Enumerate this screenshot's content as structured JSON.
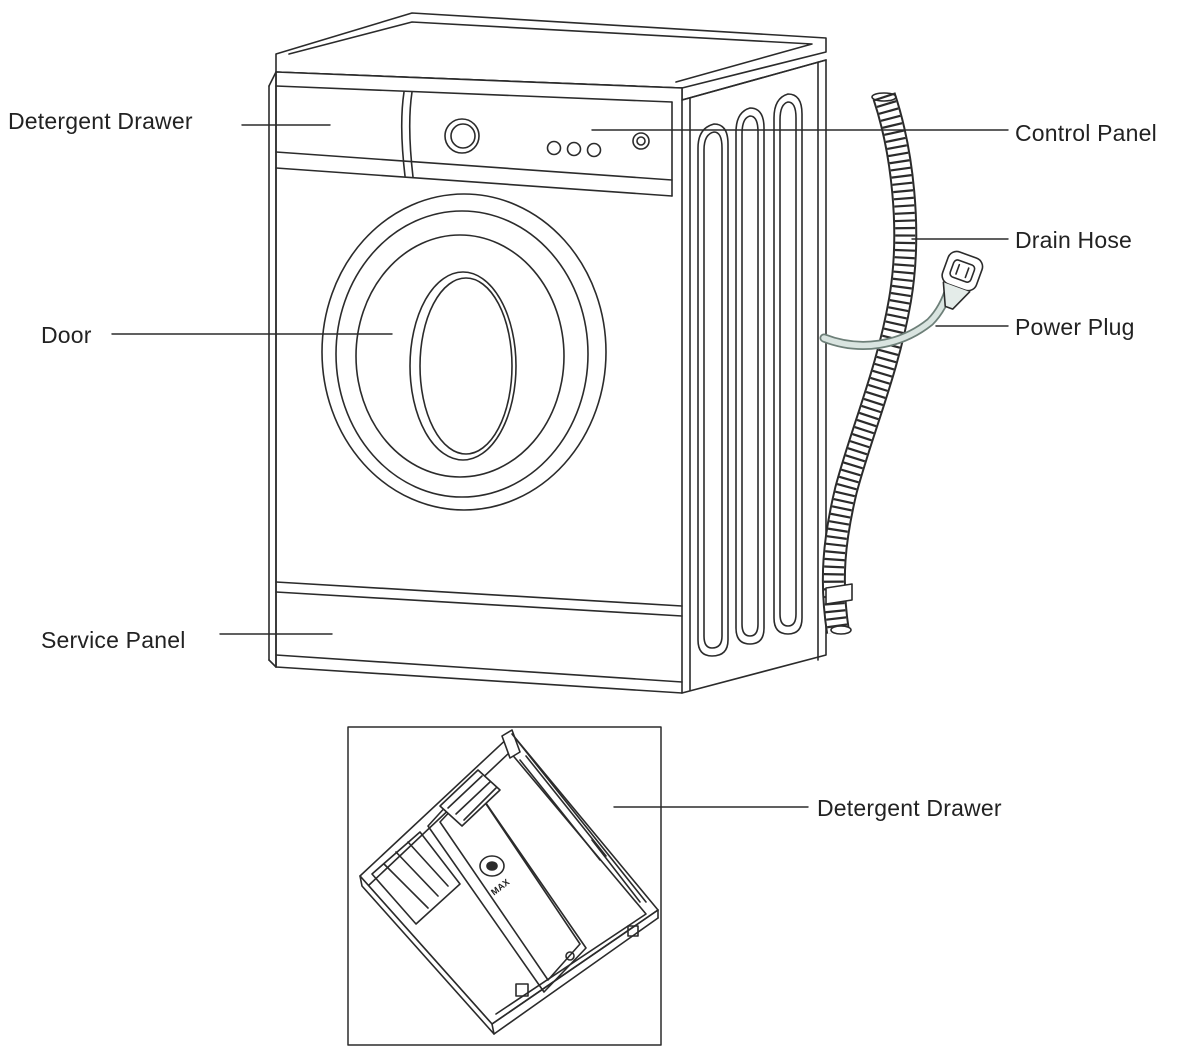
{
  "labels": {
    "detergent_drawer_top": "Detergent Drawer",
    "control_panel": "Control Panel",
    "drain_hose": "Drain Hose",
    "power_plug": "Power Plug",
    "door": "Door",
    "service_panel": "Service Panel",
    "detergent_drawer_inset": "Detergent Drawer"
  },
  "drawer_marking": "MAX"
}
